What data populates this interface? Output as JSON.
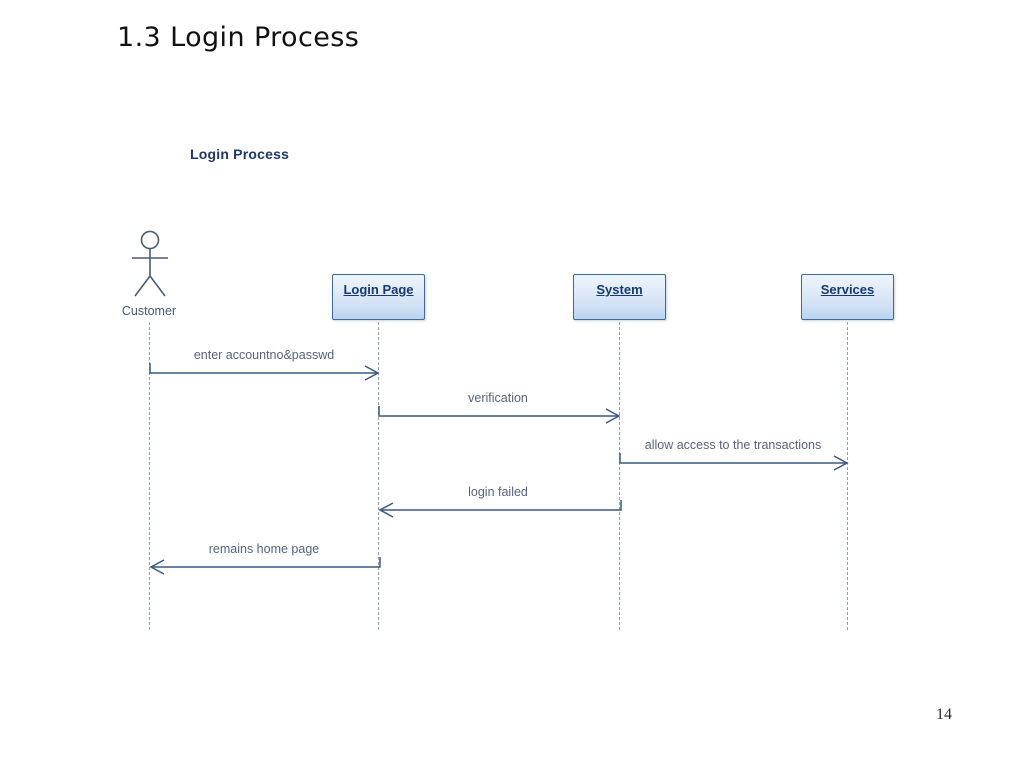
{
  "slide": {
    "title": "1.3 Login Process",
    "page_number": "14"
  },
  "diagram": {
    "title": "Login Process",
    "type": "uml-sequence-diagram",
    "colors": {
      "box_border": "#41699c",
      "box_fill_top": "#eef4fb",
      "box_fill_bottom": "#bcd3ef",
      "box_text": "#163a6b",
      "lifeline": "#8ea4bd",
      "arrow": "#3c5a80",
      "message_text": "#55657d",
      "actor": "#4a5b72",
      "diagram_title": "#1f3864"
    },
    "actor": {
      "name": "Customer",
      "icon": "actor-stick-figure"
    },
    "participants": [
      {
        "label": "Login Page"
      },
      {
        "label": "System"
      },
      {
        "label": "Services"
      }
    ],
    "messages": [
      {
        "label": "enter accountno&passwd",
        "from": "Customer",
        "to": "Login Page",
        "direction": "right",
        "order": 1
      },
      {
        "label": "verification",
        "from": "Login Page",
        "to": "System",
        "direction": "right",
        "order": 2
      },
      {
        "label": "allow access to the transactions",
        "from": "System",
        "to": "Services",
        "direction": "right",
        "order": 3
      },
      {
        "label": "login failed",
        "from": "System",
        "to": "Login Page",
        "direction": "left",
        "order": 4
      },
      {
        "label": "remains home page",
        "from": "Login Page",
        "to": "Customer",
        "direction": "left",
        "order": 5
      }
    ]
  }
}
